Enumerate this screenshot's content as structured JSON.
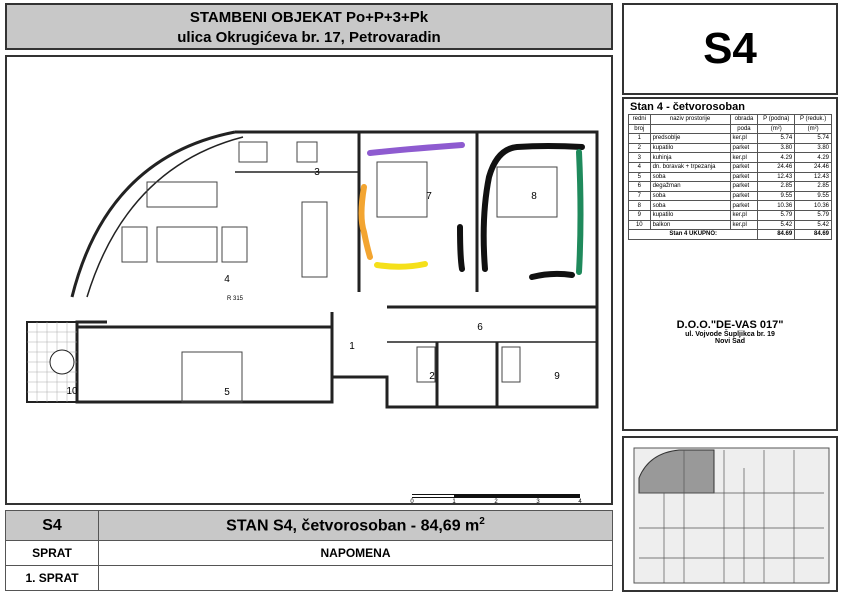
{
  "header": {
    "line1": "STAMBENI OBJEKAT Po+P+3+Pk",
    "line2": "ulica Okrugićeva br. 17, Petrovaradin"
  },
  "unit_code": "S4",
  "room_table": {
    "title": "Stan 4  - četvorosoban",
    "headers": [
      [
        "redni",
        "naziv prostorije",
        "obrada",
        "P (podna)",
        "P (reduk.)"
      ],
      [
        "broj",
        "",
        "poda",
        "(m²)",
        "(m²)"
      ]
    ],
    "rows": [
      [
        "1",
        "predsoblje",
        "ker.pl",
        "5.74",
        "5.74"
      ],
      [
        "2",
        "kupatilo",
        "parket",
        "3.80",
        "3.80"
      ],
      [
        "3",
        "kuhinja",
        "ker.pl",
        "4.29",
        "4.29"
      ],
      [
        "4",
        "dn. boravak + trpezanja",
        "parket",
        "24.46",
        "24.46"
      ],
      [
        "5",
        "soba",
        "parket",
        "12.43",
        "12.43"
      ],
      [
        "6",
        "degažman",
        "parket",
        "2.85",
        "2.85"
      ],
      [
        "7",
        "soba",
        "parket",
        "9.55",
        "9.55"
      ],
      [
        "8",
        "soba",
        "parket",
        "10.36",
        "10.36"
      ],
      [
        "9",
        "kupatilo",
        "ker.pl",
        "5.79",
        "5.79"
      ],
      [
        "10",
        "balkon",
        "ker.pl",
        "5.42",
        "5.42"
      ]
    ],
    "total": [
      "Stan 4 UKUPNO:",
      "84.69",
      "84.69"
    ]
  },
  "company": {
    "name": "D.O.O.\"DE-VAS 017\"",
    "address": "ul. Vojvode Šupljikca br. 19",
    "city": "Novi Sad"
  },
  "plan": {
    "room_numbers": [
      "1",
      "2",
      "3",
      "4",
      "5",
      "6",
      "7",
      "8",
      "9",
      "10"
    ],
    "radius_label": "R 315",
    "scale_ticks": [
      "0",
      "1",
      "2",
      "3",
      "4"
    ],
    "marker_colors": {
      "purple": "#8e5bd0",
      "orange": "#f3a531",
      "yellow": "#f5e01a",
      "black": "#111111",
      "green": "#1f8a5c"
    }
  },
  "footer": {
    "code": "S4",
    "title": "STAN S4, četvorosoban - 84,69 m",
    "title_sup": "2",
    "floor_label": "SPRAT",
    "note_label": "NAPOMENA",
    "floor_value": "1. SPRAT",
    "note_value": ""
  }
}
